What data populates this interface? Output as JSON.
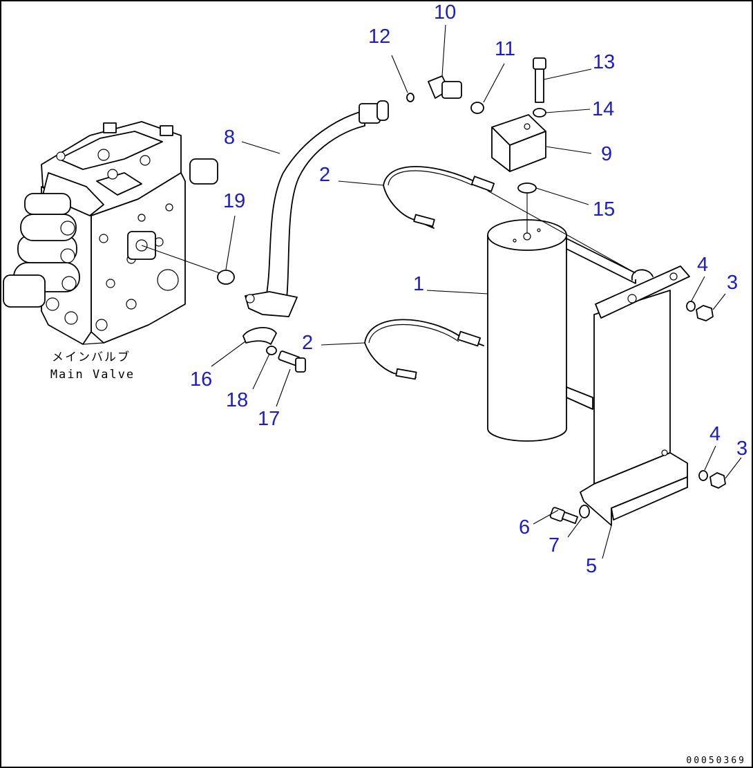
{
  "caption": {
    "japanese": "メインバルブ",
    "english": "Main Valve"
  },
  "drawing_code": "00050369",
  "callouts": [
    {
      "id": "1",
      "part": "tank"
    },
    {
      "id": "2",
      "part": "cable-upper"
    },
    {
      "id": "2",
      "part": "cable-lower"
    },
    {
      "id": "3",
      "part": "nut-upper"
    },
    {
      "id": "3",
      "part": "nut-lower"
    },
    {
      "id": "4",
      "part": "washer-upper"
    },
    {
      "id": "4",
      "part": "washer-lower"
    },
    {
      "id": "5",
      "part": "bracket"
    },
    {
      "id": "6",
      "part": "bolt"
    },
    {
      "id": "7",
      "part": "washer"
    },
    {
      "id": "8",
      "part": "hose"
    },
    {
      "id": "9",
      "part": "block"
    },
    {
      "id": "10",
      "part": "elbow"
    },
    {
      "id": "11",
      "part": "o-ring"
    },
    {
      "id": "12",
      "part": "o-ring"
    },
    {
      "id": "13",
      "part": "bolt"
    },
    {
      "id": "14",
      "part": "washer"
    },
    {
      "id": "15",
      "part": "o-ring"
    },
    {
      "id": "16",
      "part": "clamp"
    },
    {
      "id": "17",
      "part": "bolt"
    },
    {
      "id": "18",
      "part": "washer"
    },
    {
      "id": "19",
      "part": "plug"
    }
  ]
}
